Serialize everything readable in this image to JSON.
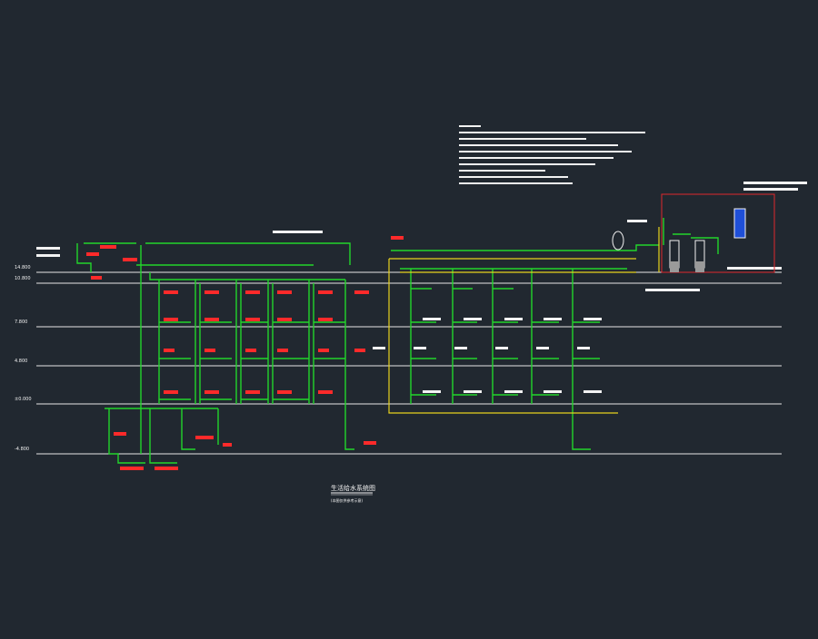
{
  "colors": {
    "background": "#212830",
    "floor_line": "#e6e6e6",
    "pipe_green": "#22d52b",
    "pipe_yellow": "#e8d21e",
    "label_red": "#ff2a2a",
    "text_white": "#f2f2f2",
    "border_red": "#e0282c",
    "tank_blue": "#1f4fd8"
  },
  "floor_levels": [
    {
      "elev": "14.800"
    },
    {
      "elev": "10.800"
    },
    {
      "elev": "7.800"
    },
    {
      "elev": "4.800"
    },
    {
      "elev": "±0.000"
    },
    {
      "elev": "-4.800"
    }
  ],
  "title": {
    "main": "生活给水系统图",
    "sub": "(本图仅供参考示意)"
  }
}
